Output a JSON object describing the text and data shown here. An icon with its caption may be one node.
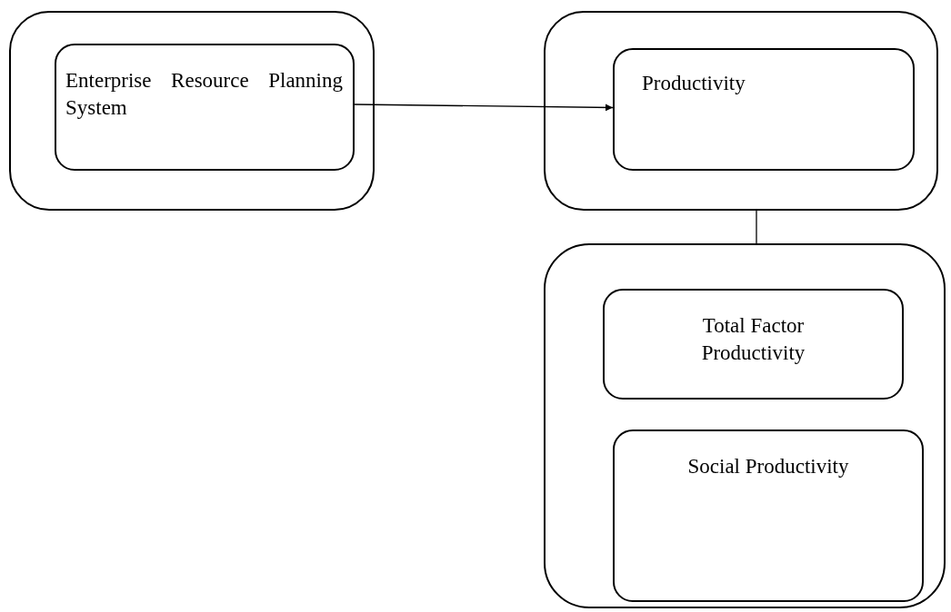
{
  "diagram": {
    "nodes": [
      {
        "text": [],
        "shape": "box"
      },
      {
        "text": [
          "Enterprise Resource Planning System"
        ],
        "in": 0
      },
      {
        "text": [],
        "shape": "box"
      },
      {
        "text": [
          "Productivity"
        ],
        "in": 2
      },
      {
        "text": [],
        "shape": "box"
      },
      {
        "text": [
          "Total Factor Productivity"
        ],
        "in": 4
      },
      {
        "text": [
          "Social Productivity"
        ],
        "in": 4
      }
    ],
    "edges": [
      {
        "from": 1,
        "to": 3,
        "arrow": "to"
      },
      {
        "from": 2,
        "to": 4,
        "arrow": "none"
      }
    ]
  }
}
